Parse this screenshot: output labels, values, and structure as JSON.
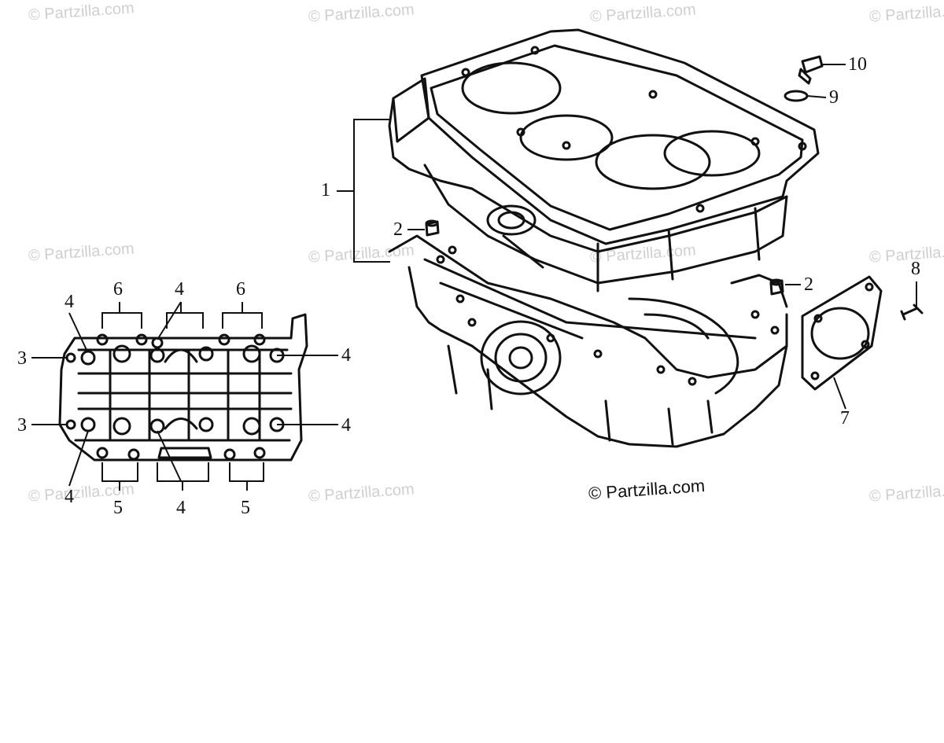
{
  "watermark_text": "© Partzilla.com",
  "copyright": "© Partzilla.com",
  "callouts": {
    "c1": "1",
    "c2a": "2",
    "c2b": "2",
    "c3a": "3",
    "c3b": "3",
    "c4a": "4",
    "c4b": "4",
    "c4c": "4",
    "c4d": "4",
    "c4e": "4",
    "c4f": "4",
    "c5a": "5",
    "c5b": "5",
    "c6a": "6",
    "c6b": "6",
    "c7": "7",
    "c8": "8",
    "c9": "9",
    "c10": "10"
  }
}
